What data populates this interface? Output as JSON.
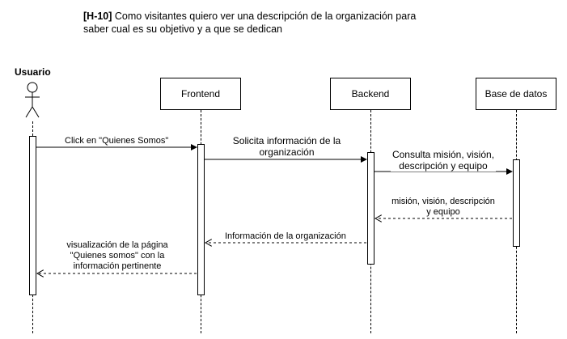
{
  "title": {
    "story_id": "[H-10]",
    "text_line1": " Como visitantes quiero ver una descripción de la organización para",
    "text_line2": "saber cual es su objetivo y a que se dedican"
  },
  "participants": {
    "actor": "Usuario",
    "frontend": "Frontend",
    "backend": "Backend",
    "database": "Base de datos"
  },
  "messages": {
    "m1": "Click en \"Quienes Somos\"",
    "m2_line1": "Solicita información de la",
    "m2_line2": "organización",
    "m3_line1": "Consulta misión, visión,",
    "m3_line2": "descripción y equipo",
    "m4_line1": "misión, visión, descripción",
    "m4_line2": "y equipo",
    "m5": "Información de la organización",
    "m6_line1": "visualización de la página",
    "m6_line2": "\"Quienes somos\" con la",
    "m6_line3": "información pertinente"
  }
}
